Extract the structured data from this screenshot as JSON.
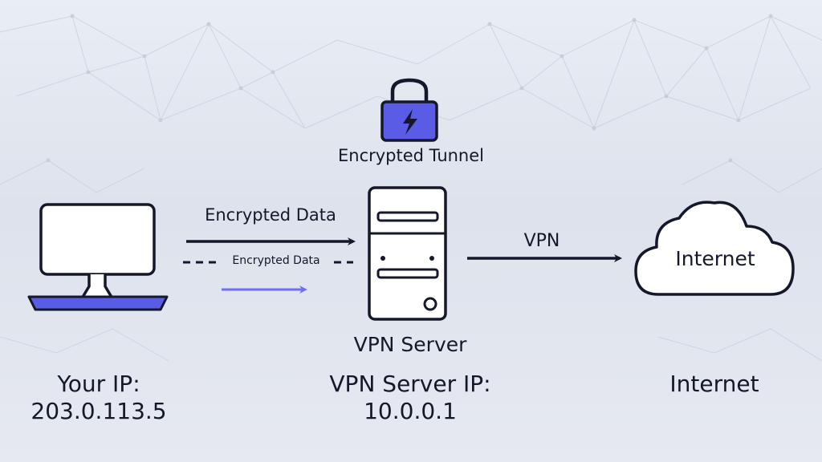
{
  "tunnel": {
    "label": "Encrypted Tunnel"
  },
  "client_link": {
    "top_label": "Encrypted Data",
    "dashed_label": "Encrypted Data"
  },
  "server_link": {
    "label": "VPN"
  },
  "cloud": {
    "label": "Internet"
  },
  "server": {
    "label": "VPN Server"
  },
  "info": {
    "client": {
      "line1": "Your IP:",
      "line2": "203.0.113.5"
    },
    "server": {
      "line1": "VPN Server IP:",
      "line2": "10.0.0.1"
    },
    "internet": {
      "line1": "Internet"
    }
  },
  "icons": [
    "lock-bolt-icon",
    "laptop-icon",
    "server-icon",
    "cloud-icon"
  ],
  "colors": {
    "dark": "#14182a",
    "accent": "#5b5ce6",
    "accent_light": "#6e6ff0",
    "background": "#e4e8f0"
  }
}
